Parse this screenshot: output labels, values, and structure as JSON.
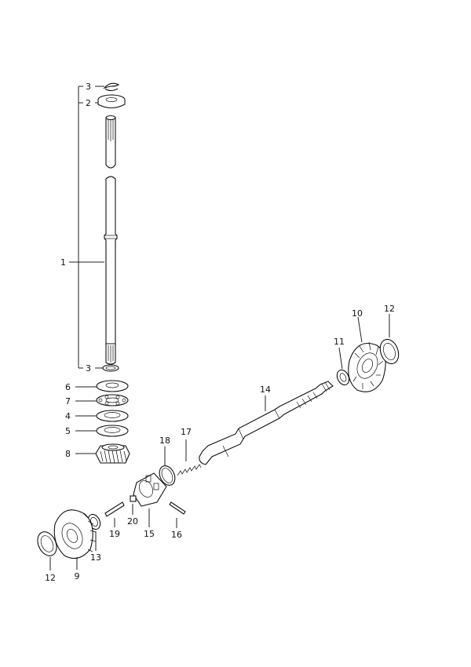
{
  "parts": [
    {
      "id": "p1",
      "label": "1"
    },
    {
      "id": "p2",
      "label": "2"
    },
    {
      "id": "p3a",
      "label": "3"
    },
    {
      "id": "p3b",
      "label": "3"
    },
    {
      "id": "p4",
      "label": "4"
    },
    {
      "id": "p5",
      "label": "5"
    },
    {
      "id": "p6",
      "label": "6"
    },
    {
      "id": "p7",
      "label": "7"
    },
    {
      "id": "p8",
      "label": "8"
    },
    {
      "id": "p9",
      "label": "9"
    },
    {
      "id": "p10",
      "label": "10"
    },
    {
      "id": "p11",
      "label": "11"
    },
    {
      "id": "p12a",
      "label": "12"
    },
    {
      "id": "p12b",
      "label": "12"
    },
    {
      "id": "p13",
      "label": "13"
    },
    {
      "id": "p14",
      "label": "14"
    },
    {
      "id": "p15",
      "label": "15"
    },
    {
      "id": "p16",
      "label": "16"
    },
    {
      "id": "p17",
      "label": "17"
    },
    {
      "id": "p18",
      "label": "18"
    },
    {
      "id": "p19",
      "label": "19"
    },
    {
      "id": "p20",
      "label": "20"
    }
  ]
}
